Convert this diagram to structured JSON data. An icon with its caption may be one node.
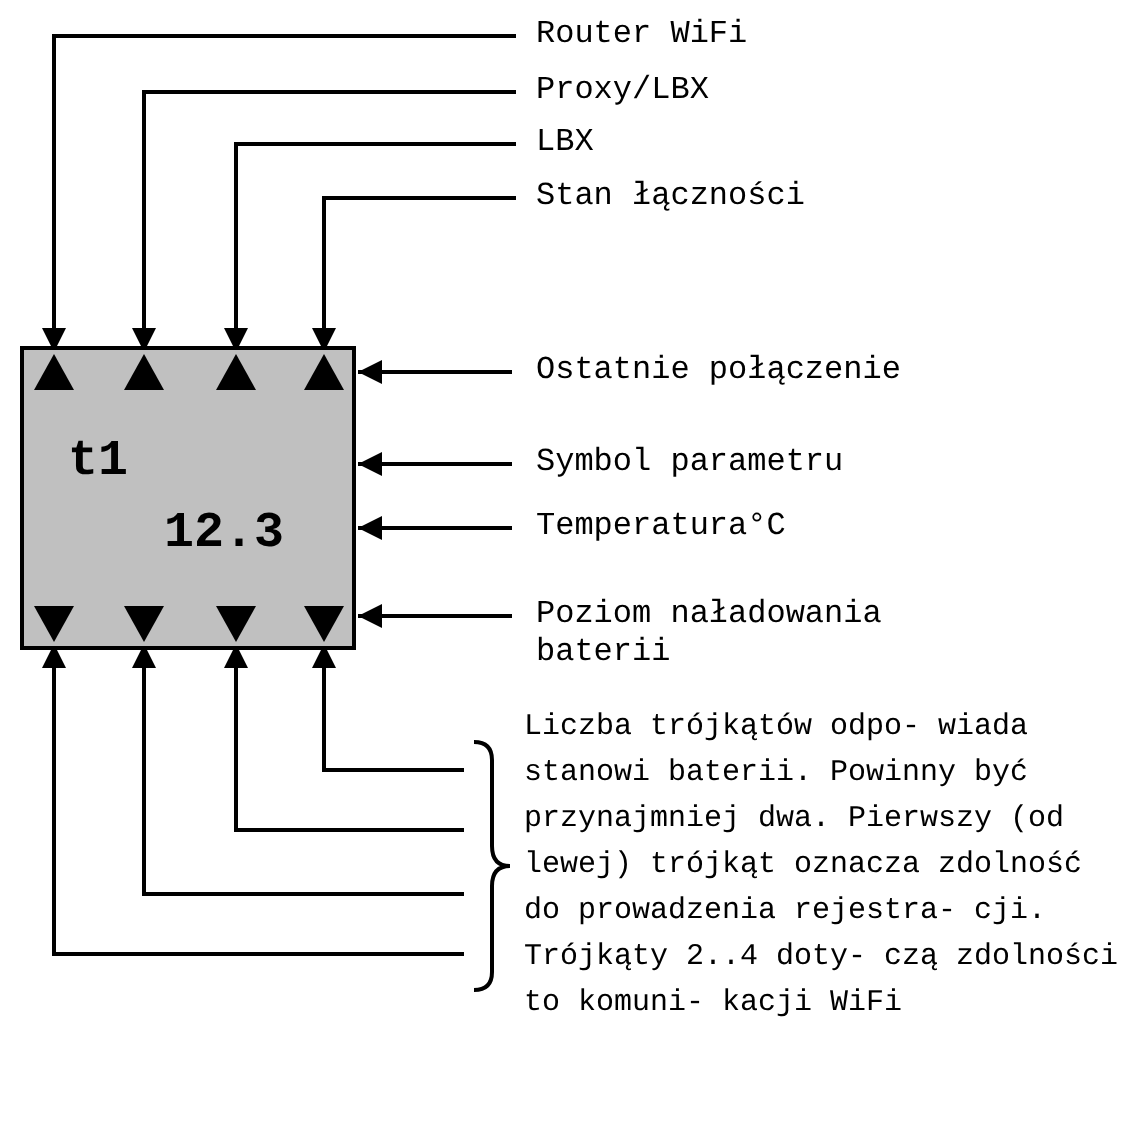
{
  "diagram": {
    "nodes": [
      {
        "text": [
          "t1",
          "12.3"
        ]
      },
      {
        "text": [],
        "shape": "triangle",
        "in": 0
      },
      {
        "text": [],
        "shape": "triangle",
        "in": 0
      },
      {
        "text": [],
        "shape": "triangle",
        "in": 0
      },
      {
        "text": [],
        "shape": "triangle",
        "in": 0
      },
      {
        "text": [],
        "shape": "triangle",
        "in": 0
      },
      {
        "text": [],
        "shape": "triangle",
        "in": 0
      },
      {
        "text": [],
        "shape": "triangle",
        "in": 0
      },
      {
        "text": [],
        "shape": "triangle",
        "in": 0
      },
      {
        "text": [
          "Router WiFi"
        ]
      },
      {
        "text": [
          "Proxy/LBX"
        ]
      },
      {
        "text": [
          "LBX"
        ]
      },
      {
        "text": [
          "Stan łączności"
        ]
      },
      {
        "text": [
          "Ostatnie połączenie"
        ]
      },
      {
        "text": [
          "Symbol parametru"
        ]
      },
      {
        "text": [
          "Temperatura°C"
        ]
      },
      {
        "text": [
          "Poziom naładowania baterii"
        ]
      },
      {
        "text": [
          "Liczba trójkątów odpo- wiada stanowi baterii. Powinny być przynajmniej dwa. Pierwszy (od lewej) trójkąt oznacza zdolność do prowadzenia rejestra- cji. Trójkąty 2..4 doty- czą zdolności to komuni- kacji WiFi"
        ]
      }
    ],
    "edges": [
      {
        "from": 9,
        "to": 1,
        "arrow": "to"
      },
      {
        "from": 10,
        "to": 2,
        "arrow": "to"
      },
      {
        "from": 11,
        "to": 3,
        "arrow": "to"
      },
      {
        "from": 12,
        "to": 4,
        "arrow": "to"
      },
      {
        "from": 13,
        "to": 0,
        "arrow": "to"
      },
      {
        "from": 14,
        "to": 0,
        "arrow": "to"
      },
      {
        "from": 15,
        "to": 0,
        "arrow": "to"
      },
      {
        "from": 16,
        "to": 0,
        "arrow": "to"
      },
      {
        "from": 17,
        "to": 8,
        "arrow": "to"
      },
      {
        "from": 17,
        "to": 7,
        "arrow": "to"
      },
      {
        "from": 17,
        "to": 6,
        "arrow": "to"
      },
      {
        "from": 17,
        "to": 5,
        "arrow": "to"
      }
    ]
  }
}
